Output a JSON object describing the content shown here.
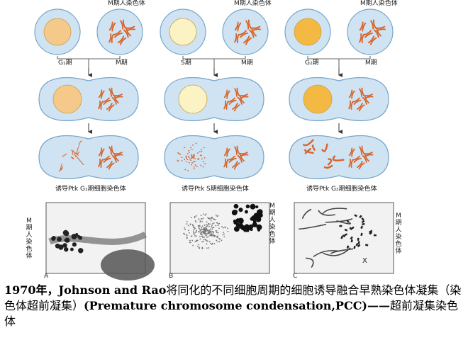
{
  "colors": {
    "cell_fill": "#cfe3f2",
    "cell_stroke": "#7aa6c8",
    "chromosome": "#d8642a",
    "nucleus_g1": "#f5c98a",
    "nucleus_s": "#fbf3c4",
    "nucleus_g2": "#f4b942"
  },
  "columns": [
    {
      "id": "A",
      "left_label": "G₁期",
      "right_label": "M期",
      "top_label": "M期人染色体",
      "pcc_label": "诱导Ptk G₁期细胞染色体",
      "panel_letter": "A"
    },
    {
      "id": "B",
      "left_label": "S期",
      "right_label": "M期",
      "top_label": "M期人染色体",
      "pcc_label": "诱导Ptk S期细胞染色体",
      "panel_letter": "B"
    },
    {
      "id": "C",
      "left_label": "G₂期",
      "right_label": "M期",
      "top_label": "M期人染色体",
      "pcc_label": "诱导Ptk G₂期细胞染色体",
      "panel_letter": "C"
    }
  ],
  "micrograph_side_label": "M期人染色体",
  "micrograph_x_mark": "X",
  "caption": {
    "part1": "1970年，Johnson and Rao",
    "part2": "将同化的不同细胞周期的细胞诱导融合早熟染色体凝集（染色体超前凝集）",
    "part3": "(Premature chromosome condensation,PCC)——",
    "part4": "超前凝集染色体"
  }
}
